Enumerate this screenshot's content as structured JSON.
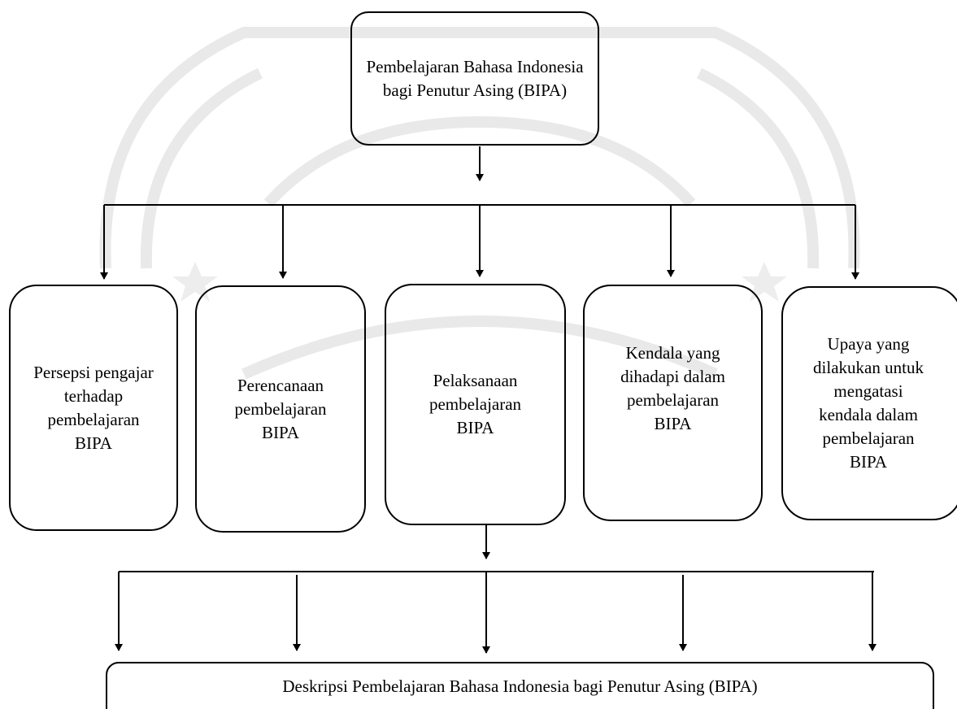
{
  "diagram": {
    "root": {
      "label": "Pembelajaran Bahasa Indonesia bagi Penutur Asing (BIPA)"
    },
    "categories": [
      {
        "label": "Persepsi pengajar terhadap pembelajaran BIPA"
      },
      {
        "label": "Perencanaan pembelajaran BIPA"
      },
      {
        "label": "Pelaksanaan pembelajaran BIPA"
      },
      {
        "label": "Kendala yang dihadapi dalam pembelajaran BIPA"
      },
      {
        "label": "Upaya yang dilakukan untuk mengatasi kendala dalam pembelajaran BIPA"
      }
    ],
    "result": {
      "label": "Deskripsi Pembelajaran Bahasa Indonesia bagi Penutur Asing (BIPA)"
    }
  },
  "colors": {
    "line": "#000000",
    "watermark": "#e9e9e9"
  }
}
